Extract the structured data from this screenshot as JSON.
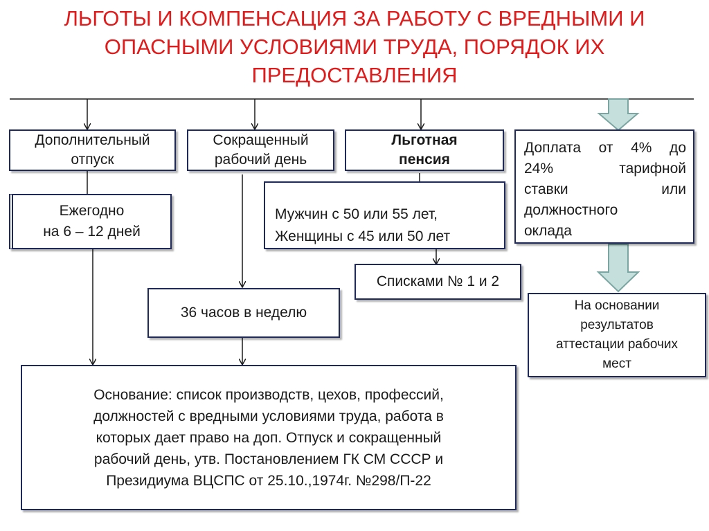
{
  "title": {
    "line1": "ЛЬГОТЫ И КОМПЕНСАЦИЯ ЗА РАБОТУ С ВРЕДНЫМИ И",
    "line2": "ОПАСНЫМИ УСЛОВИЯМИ ТРУДА, ПОРЯДОК ИХ",
    "line3": "ПРЕДОСТАВЛЕНИЯ"
  },
  "boxes": {
    "vacation": {
      "line1": "Дополнительный",
      "line2": "отпуск"
    },
    "short_day": {
      "line1": "Сокращенный",
      "line2": "рабочий день"
    },
    "pension": {
      "line1": "Льготная",
      "line2": "пенсия"
    },
    "surcharge": {
      "line1": "Доплата от 4% до",
      "line2": "24% тарифной",
      "line3": "ставки или",
      "line4": "должностного",
      "line5": "оклада"
    },
    "yearly": {
      "line1": "Ежегодно",
      "line2": "на 6 – 12 дней"
    },
    "age": {
      "line1": "Мужчин с 50 или 55 лет,",
      "line2": "Женщины с 45 или 50 лет"
    },
    "lists": {
      "text": "Списками № 1 и 2"
    },
    "hours": {
      "text": "36 часов в неделю"
    },
    "attestation": {
      "line1": "На основании",
      "line2": "результатов",
      "line3": "аттестации рабочих",
      "line4": "мест"
    },
    "basis": {
      "line1": "Основание: список производств, цехов, профессий,",
      "line2": "должностей с вредными условиями труда, работа в",
      "line3": "которых дает право на доп. Отпуск и сокращенный",
      "line4": "рабочий день, утв. Постановлением ГК СМ СССР и",
      "line5": "Президиума ВЦСПС от 25.10.,1974г. №298/П-22"
    }
  },
  "colors": {
    "title": "#e01b1b",
    "box_border": "#1f2a5a",
    "connector": "#1a1a1a",
    "block_arrow_fill": "#c5e0dc",
    "block_arrow_stroke": "#7aa5a0"
  }
}
